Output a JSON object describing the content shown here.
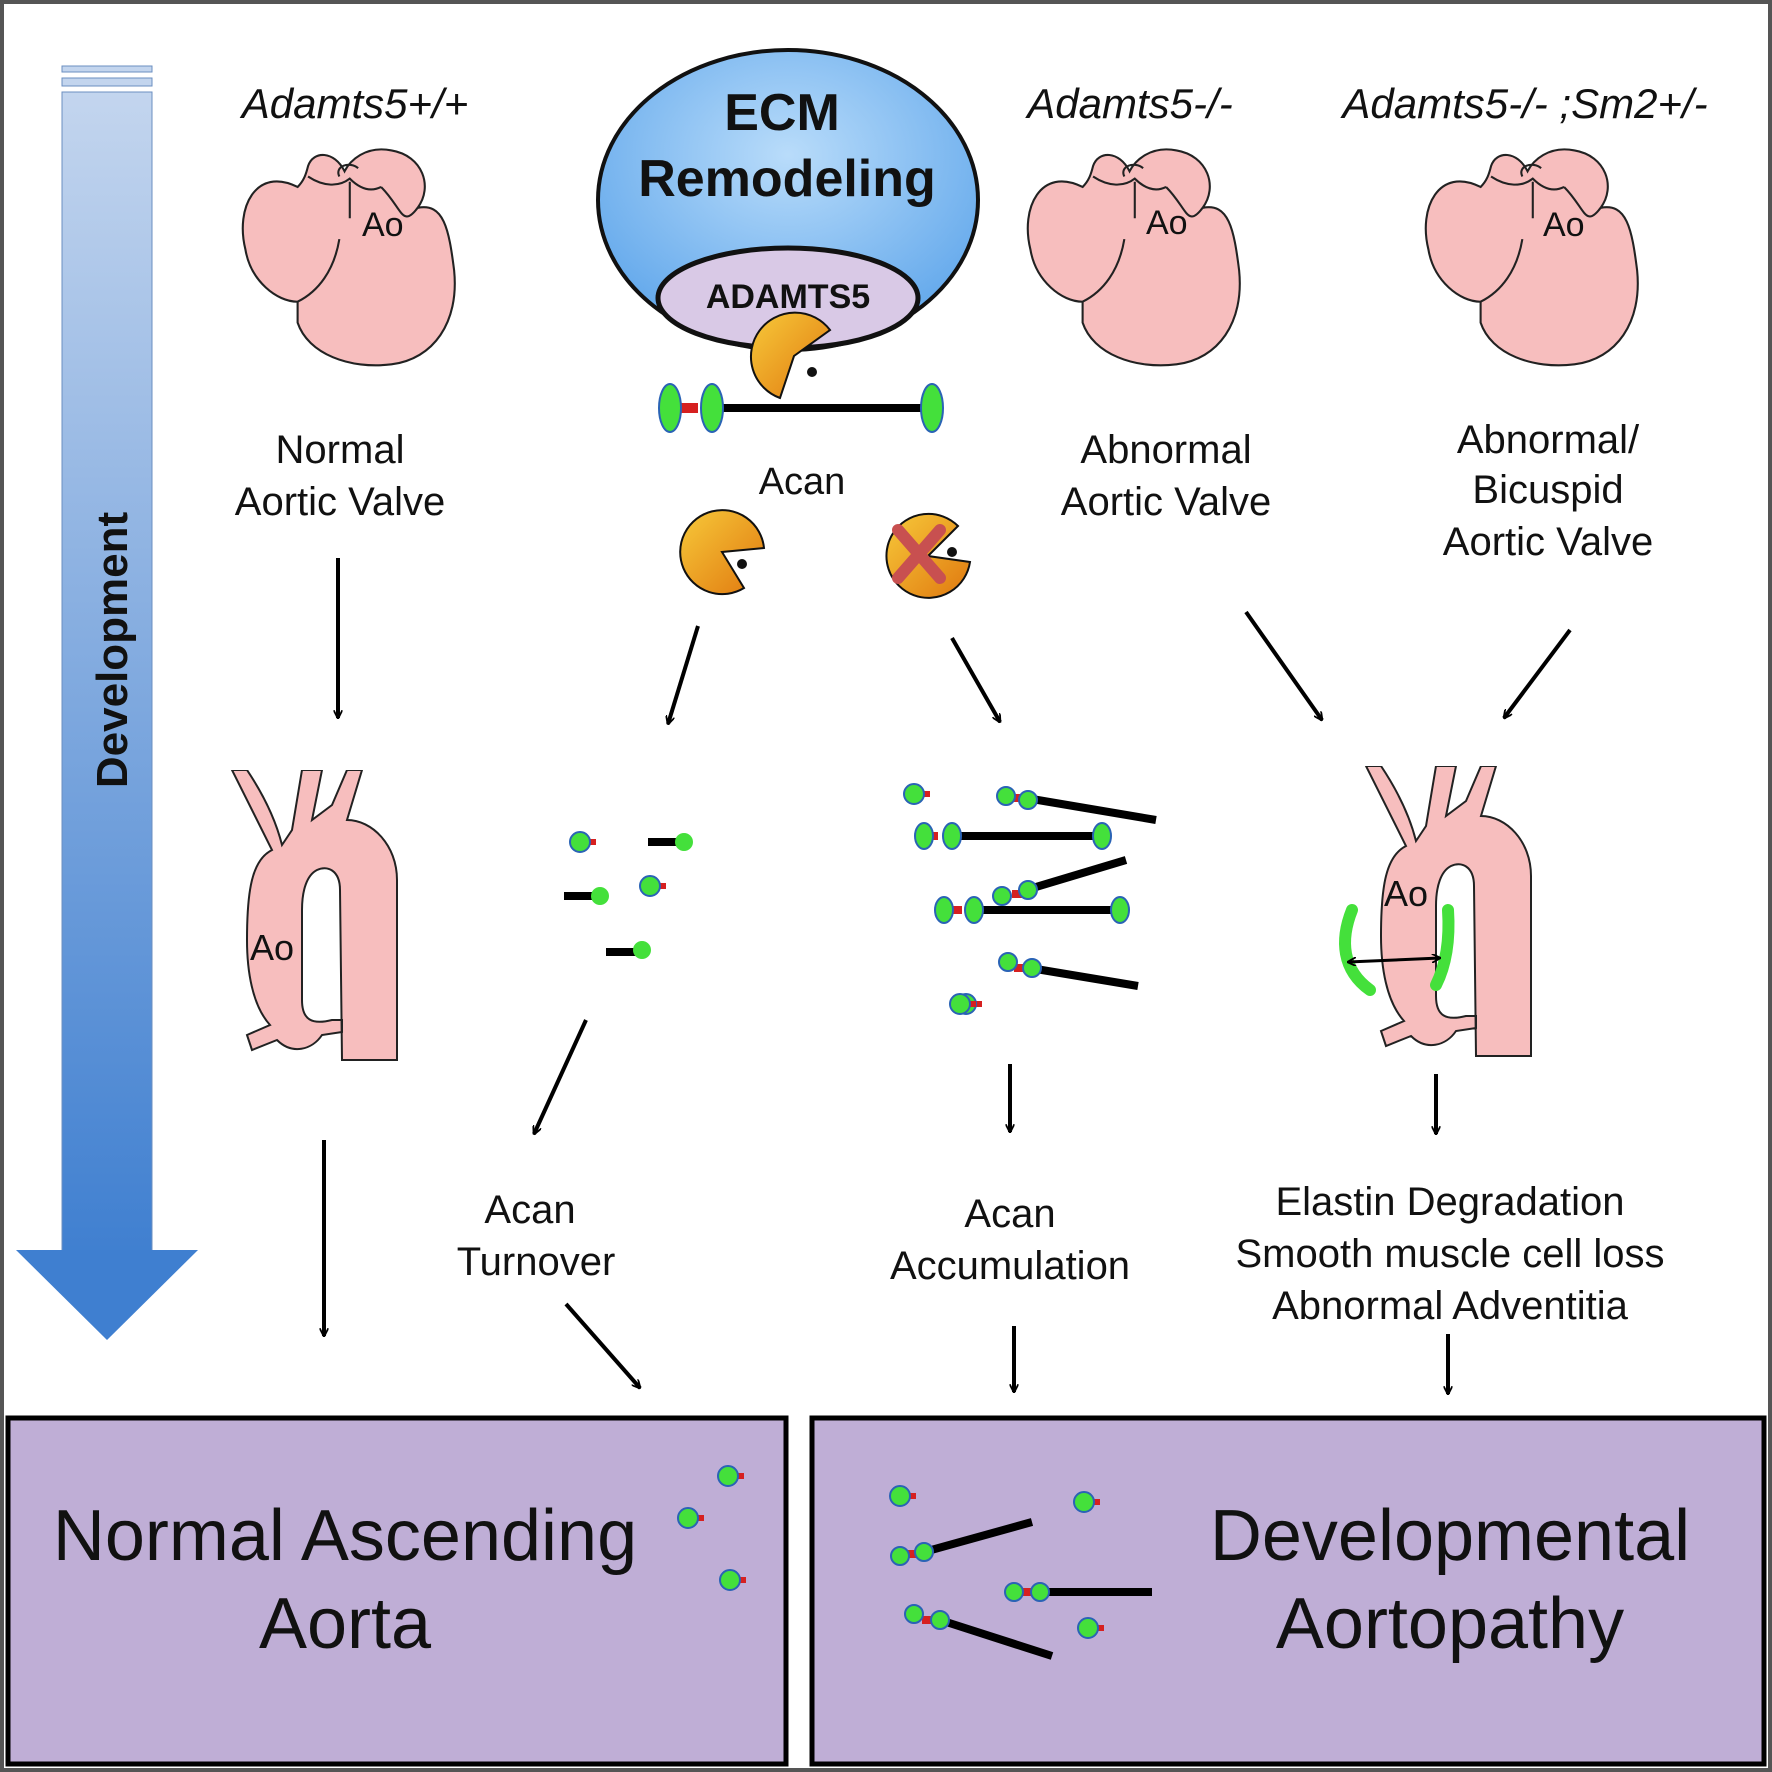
{
  "genotypes": {
    "wt": "Adamts5+/+",
    "ko": "Adamts5-/-",
    "ko_sm2": "Adamts5-/- ;Sm2+/-"
  },
  "center": {
    "ecm_line1": "ECM",
    "ecm_line2": "Remodeling",
    "enzyme": "ADAMTS5",
    "substrate": "Acan"
  },
  "heart_label": "Ao",
  "aorta_label": "Ao",
  "valves": {
    "wt": [
      "Normal",
      "Aortic Valve"
    ],
    "ko": [
      "Abnormal",
      "Aortic Valve"
    ],
    "ko_sm2": [
      "Abnormal/",
      "Bicuspid",
      "Aortic Valve"
    ]
  },
  "timeline_label": "Development",
  "outcomes": {
    "turnover": [
      "Acan",
      "Turnover"
    ],
    "accumulation": [
      "Acan",
      "Accumulation"
    ],
    "phenotypes": [
      "Elastin Degradation",
      "Smooth muscle cell loss",
      "Abnormal Adventitia"
    ]
  },
  "boxes": {
    "normal": [
      "Normal Ascending",
      "Aorta"
    ],
    "aortopathy": [
      "Developmental",
      "Aortopathy"
    ]
  },
  "colors": {
    "heart_fill": "#f7bebe",
    "ecm_blue": "#6fb2ee",
    "enzyme_fill": "#d9c9e6",
    "pacman": "#f2a116",
    "acan_green": "#44e03b",
    "box_fill": "#bfaed6",
    "arrow_blue": "#4a86d0"
  }
}
